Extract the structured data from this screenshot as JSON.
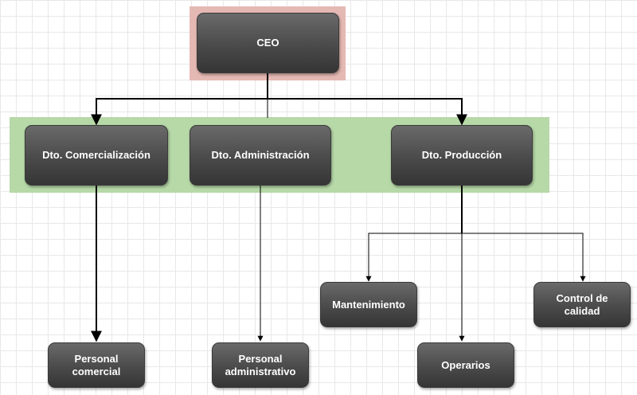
{
  "diagram": {
    "nodes": {
      "ceo": "CEO",
      "comercializacion": "Dto. Comercialización",
      "administracion": "Dto. Administración",
      "produccion": "Dto. Producción",
      "mantenimiento": "Mantenimiento",
      "control_calidad": "Control de\ncalidad",
      "personal_comercial": "Personal\ncomercial",
      "personal_administrativo": "Personal\nadministrativo",
      "operarios": "Operarios"
    },
    "edges": [
      [
        "ceo",
        "comercializacion"
      ],
      [
        "ceo",
        "administracion"
      ],
      [
        "ceo",
        "produccion"
      ],
      [
        "comercializacion",
        "personal_comercial"
      ],
      [
        "administracion",
        "personal_administrativo"
      ],
      [
        "produccion",
        "mantenimiento"
      ],
      [
        "produccion",
        "control_calidad"
      ],
      [
        "produccion",
        "operarios"
      ]
    ],
    "colors": {
      "ceo_group": "#e5b9b3",
      "department_group": "#b7d9a8",
      "node_fill": "#4a4a4a",
      "node_text": "#ffffff",
      "connector": "#000000"
    }
  }
}
